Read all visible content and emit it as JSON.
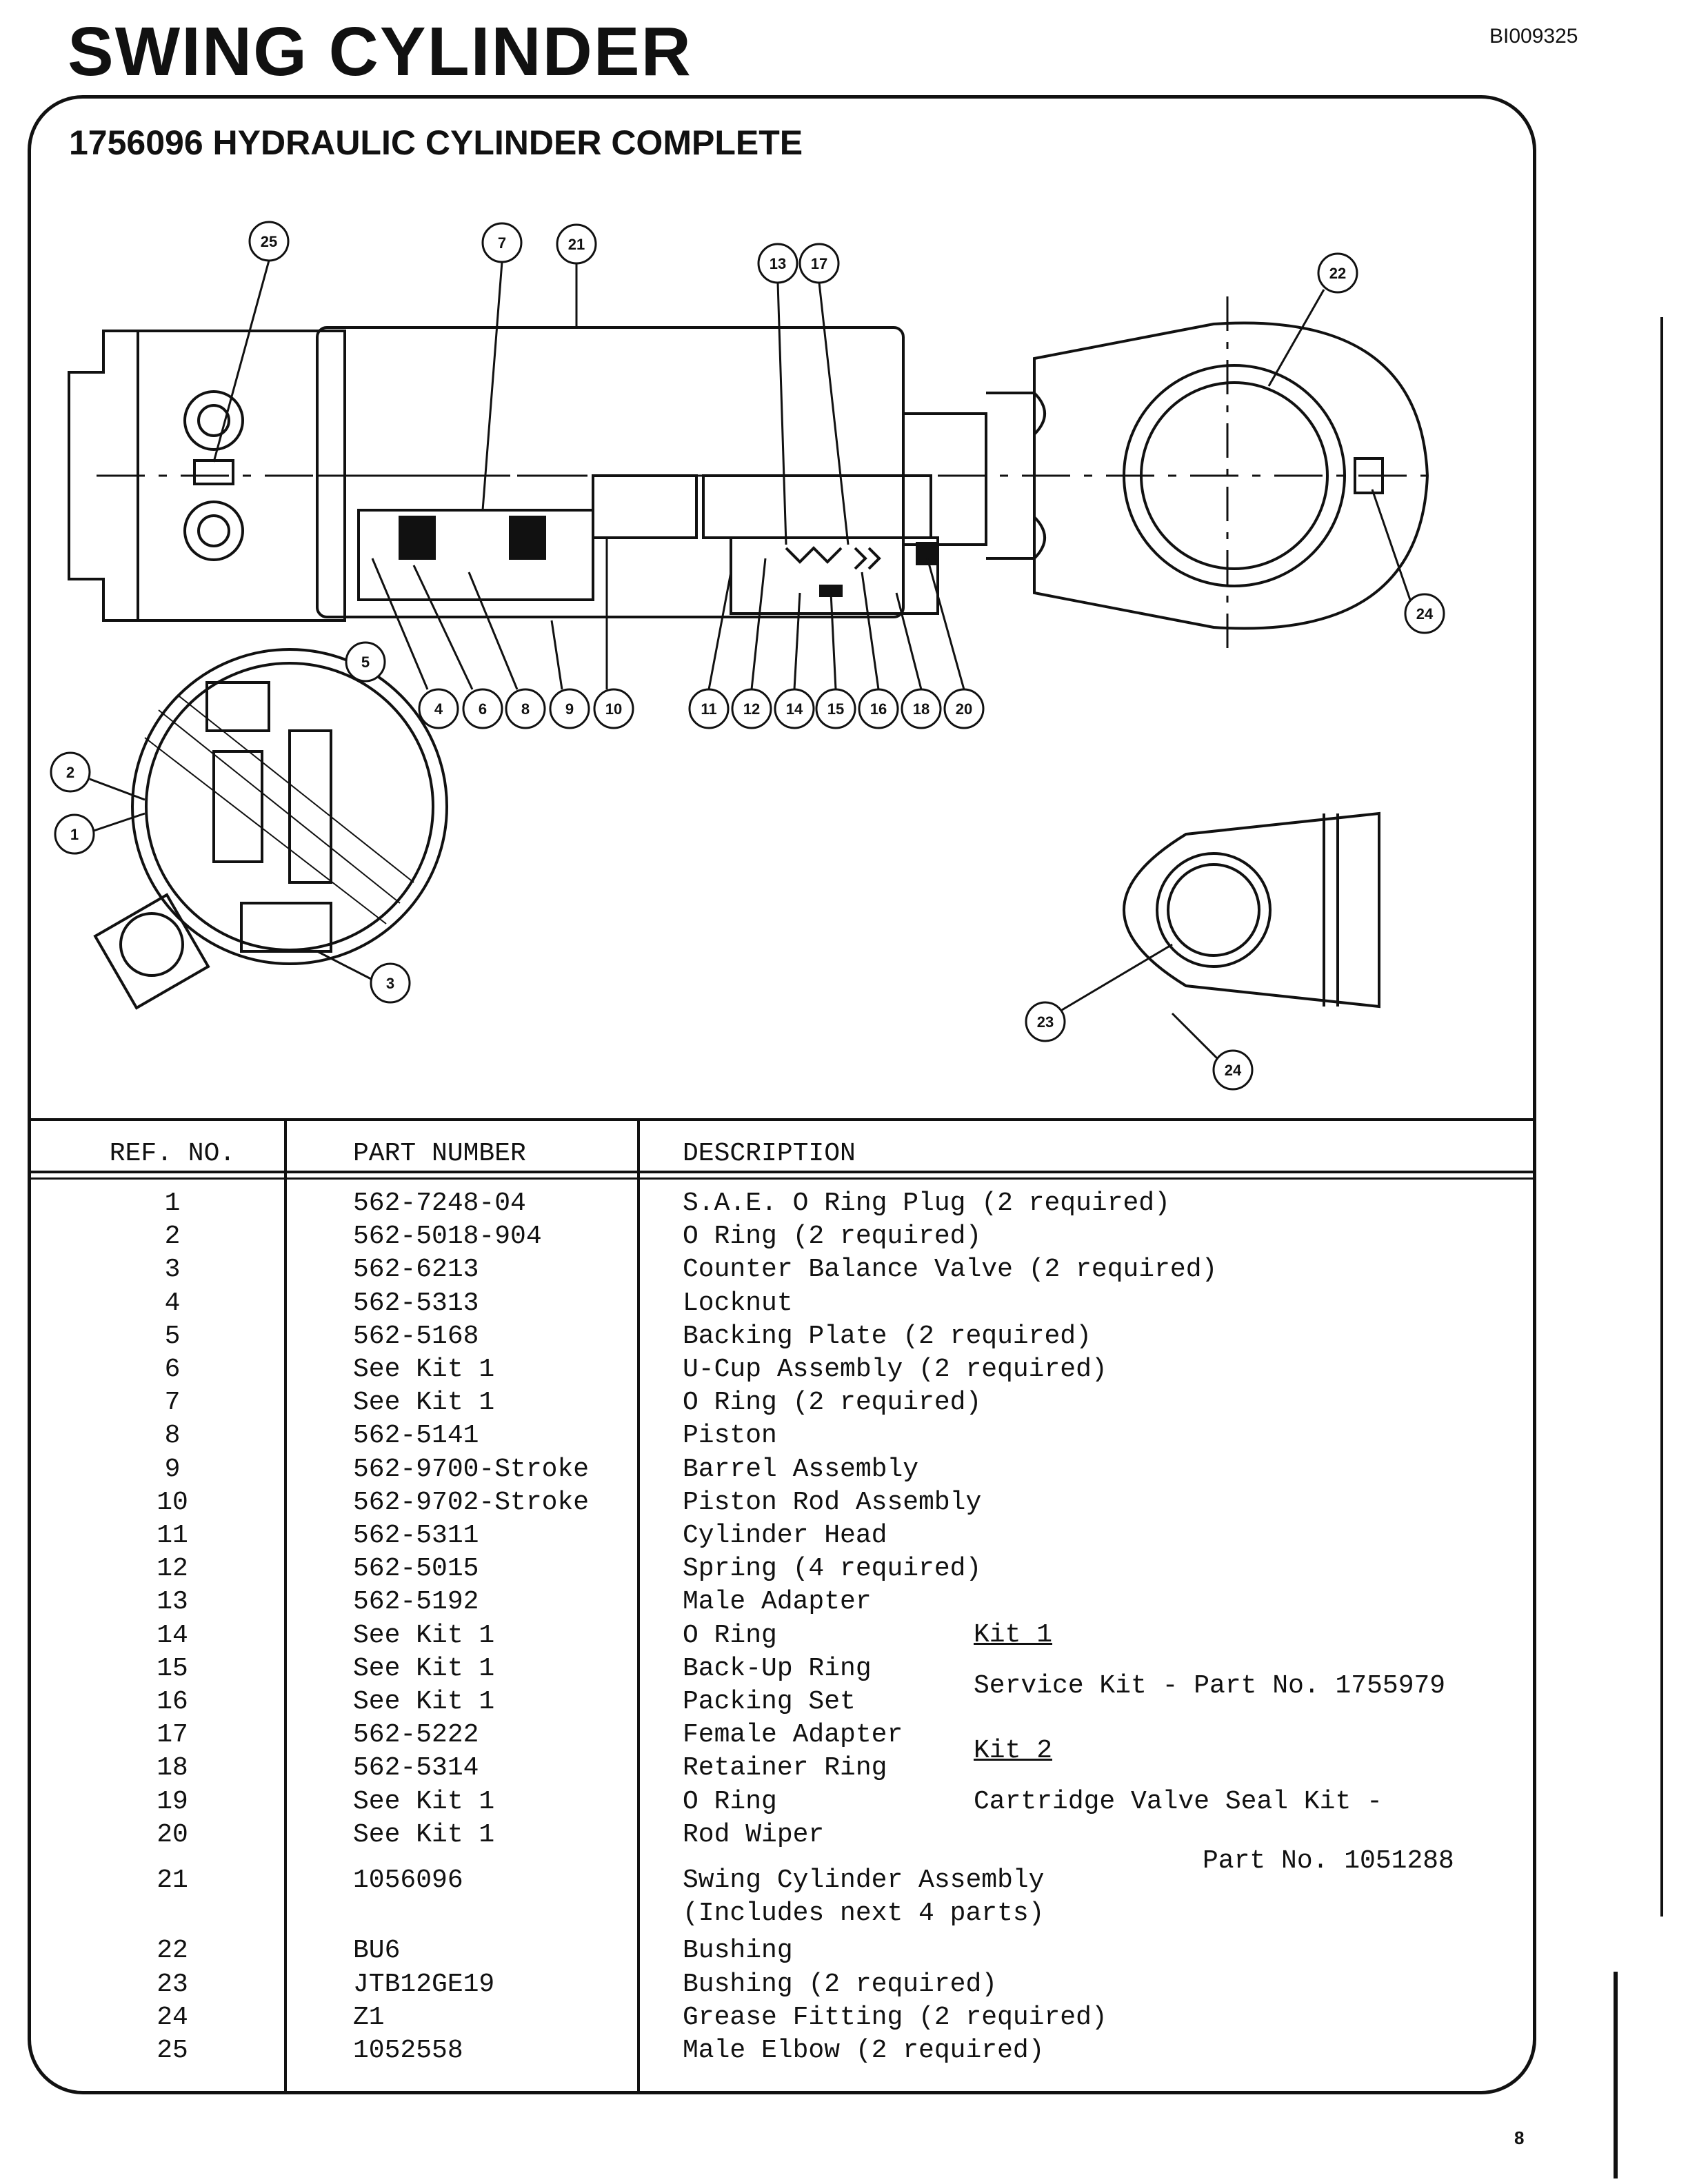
{
  "header": {
    "title": "SWING CYLINDER",
    "code": "BI009325",
    "page_number": "8"
  },
  "assembly_title": "1756096 HYDRAULIC CYLINDER COMPLETE",
  "callouts": [
    "1",
    "2",
    "3",
    "4",
    "6",
    "8",
    "9",
    "10",
    "11",
    "12",
    "13",
    "14",
    "15",
    "16",
    "17",
    "18",
    "20",
    "21",
    "22",
    "23",
    "24",
    "24",
    "25",
    "5",
    "7"
  ],
  "table": {
    "columns": [
      "REF. NO.",
      "PART NUMBER",
      "DESCRIPTION"
    ],
    "rows": [
      {
        "ref": "1",
        "part": "562-7248-04",
        "desc": "S.A.E. O Ring Plug (2 required)"
      },
      {
        "ref": "2",
        "part": "562-5018-904",
        "desc": "O Ring (2 required)"
      },
      {
        "ref": "3",
        "part": "562-6213",
        "desc": "Counter Balance Valve (2 required)"
      },
      {
        "ref": "4",
        "part": "562-5313",
        "desc": "Locknut"
      },
      {
        "ref": "5",
        "part": "562-5168",
        "desc": "Backing Plate (2 required)"
      },
      {
        "ref": "6",
        "part": "See Kit 1",
        "desc": "U-Cup Assembly (2 required)"
      },
      {
        "ref": "7",
        "part": "See Kit 1",
        "desc": "O Ring (2 required)"
      },
      {
        "ref": "8",
        "part": "562-5141",
        "desc": "Piston"
      },
      {
        "ref": "9",
        "part": "562-9700-Stroke",
        "desc": "Barrel Assembly"
      },
      {
        "ref": "10",
        "part": "562-9702-Stroke",
        "desc": "Piston Rod Assembly"
      },
      {
        "ref": "11",
        "part": "562-5311",
        "desc": "Cylinder Head"
      },
      {
        "ref": "12",
        "part": "562-5015",
        "desc": "Spring (4 required)"
      },
      {
        "ref": "13",
        "part": "562-5192",
        "desc": "Male Adapter"
      },
      {
        "ref": "14",
        "part": "See Kit 1",
        "desc": "O Ring"
      },
      {
        "ref": "15",
        "part": "See Kit 1",
        "desc": "Back-Up Ring"
      },
      {
        "ref": "16",
        "part": "See Kit 1",
        "desc": "Packing Set"
      },
      {
        "ref": "17",
        "part": "562-5222",
        "desc": "Female Adapter"
      },
      {
        "ref": "18",
        "part": "562-5314",
        "desc": "Retainer Ring"
      },
      {
        "ref": "19",
        "part": "See Kit 1",
        "desc": "O Ring"
      },
      {
        "ref": "20",
        "part": "See Kit 1",
        "desc": "Rod Wiper"
      },
      {
        "ref": "21",
        "part": "1056096",
        "desc": "Swing Cylinder Assembly"
      },
      {
        "ref": "",
        "part": "",
        "desc": "(Includes next 4 parts)"
      },
      {
        "ref": "22",
        "part": "BU6",
        "desc": "Bushing"
      },
      {
        "ref": "23",
        "part": "JTB12GE19",
        "desc": "Bushing (2 required)"
      },
      {
        "ref": "24",
        "part": "Z1",
        "desc": "Grease Fitting (2 required)"
      },
      {
        "ref": "25",
        "part": "1052558",
        "desc": "Male Elbow (2 required)"
      }
    ]
  },
  "kits": {
    "kit1_title": "Kit 1",
    "kit1_desc": "Service Kit - Part No. 1755979",
    "kit2_title": "Kit 2",
    "kit2_desc": "Cartridge Valve Seal Kit -",
    "kit2_part": "Part No. 1051288"
  }
}
